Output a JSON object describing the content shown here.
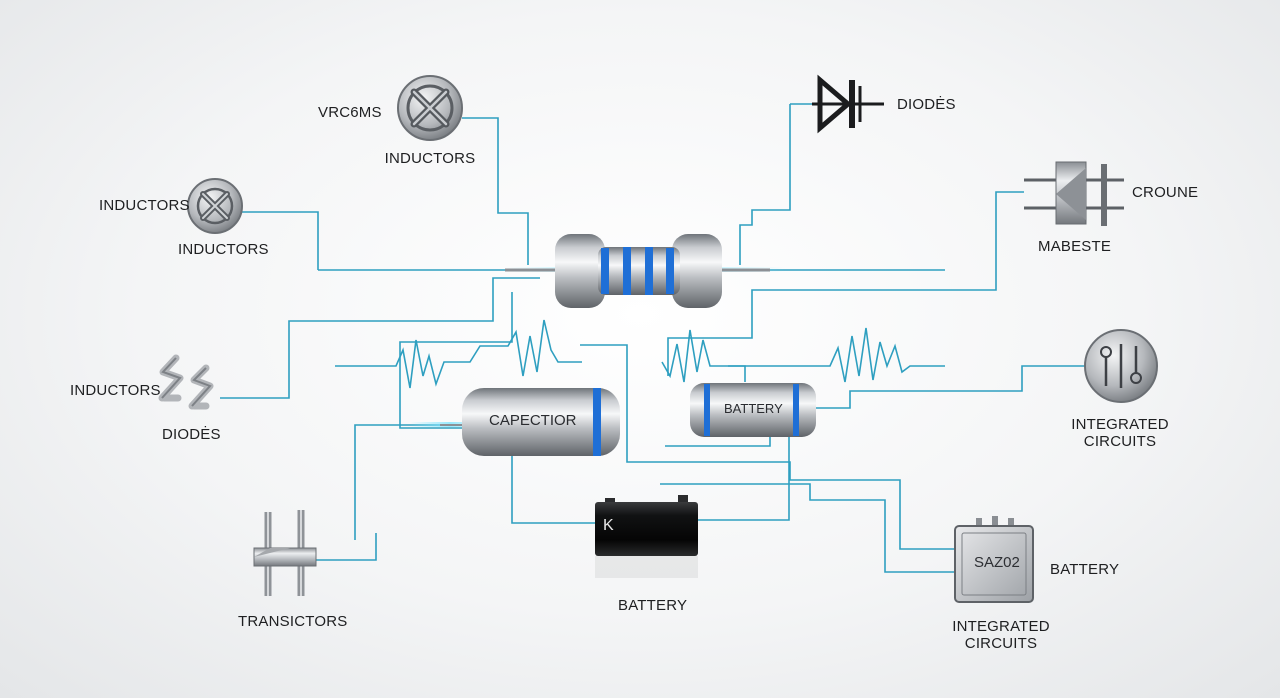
{
  "labels": {
    "vrcems": "VRC6MS",
    "inductors_top": "INDUCTORS",
    "inductors_left_a": "INDUCTORS",
    "inductors_left_b": "INDUCTORS",
    "inductors_mid": "INDUCTORS",
    "diodes_left": "DIODĖS",
    "diodes_top": "DIODĖS",
    "croune": "CROUNE",
    "mabeste": "MABESTE",
    "integrated_right_1": "INTEGRATED",
    "integrated_right_2": "CIRCUITS",
    "battery_right": "BATTERY",
    "integrated_bottom_1": "INTEGRATED",
    "integrated_bottom_2": "CIRCUITS",
    "transistors": "TRANSICTORS",
    "battery_bottom": "BATTERY"
  },
  "parts": {
    "capacitor_text": "CAPECTIOR",
    "small_battery_text": "BATTERY",
    "black_battery_text": "K",
    "chip_text": "SAZ02"
  },
  "colors": {
    "wire": "#2e9fc0",
    "accent_blue": "#1f6fd6",
    "metal_light": "#f2f3f5",
    "metal_dark": "#7d8187"
  }
}
